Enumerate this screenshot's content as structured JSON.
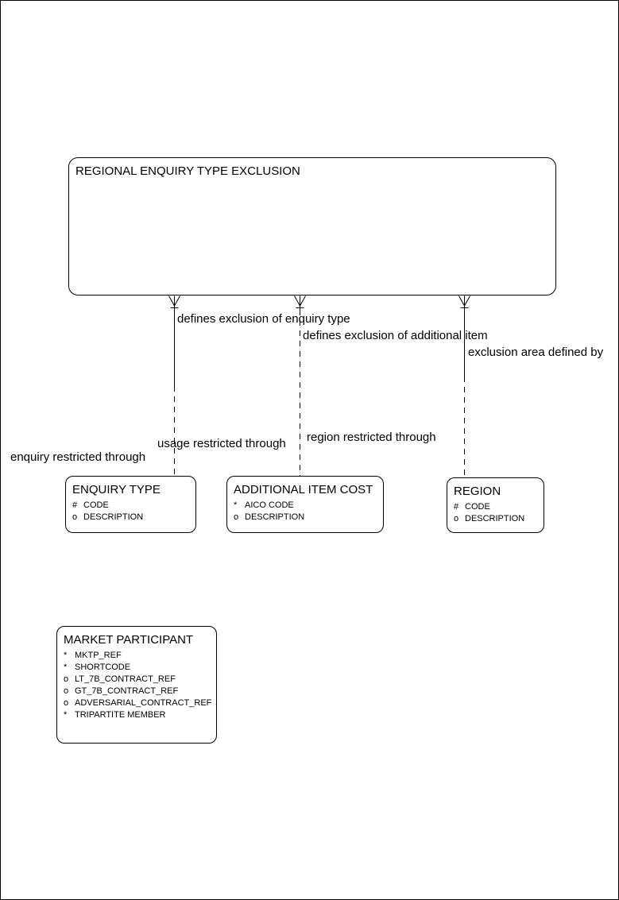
{
  "page": {
    "background_color": "#ffffff",
    "line_color": "#000000",
    "diagram_type": "entity relationship diagram"
  },
  "entities": {
    "regional_enquiry_type_exclusion": {
      "title": "REGIONAL ENQUIRY TYPE EXCLUSION"
    },
    "enquiry_type": {
      "title": "ENQUIRY TYPE",
      "attributes": [
        {
          "prefix": "#",
          "name": "CODE"
        },
        {
          "prefix": "o",
          "name": "DESCRIPTION"
        }
      ]
    },
    "additional_item_cost": {
      "title": "ADDITIONAL ITEM COST",
      "attributes": [
        {
          "prefix": "*",
          "name": "AICO CODE"
        },
        {
          "prefix": "o",
          "name": "DESCRIPTION"
        }
      ]
    },
    "region": {
      "title": "REGION",
      "attributes": [
        {
          "prefix": "#",
          "name": "CODE"
        },
        {
          "prefix": "o",
          "name": "DESCRIPTION"
        }
      ]
    },
    "market_participant": {
      "title": "MARKET PARTICIPANT",
      "attributes": [
        {
          "prefix": "*",
          "name": "MKTP_REF"
        },
        {
          "prefix": "*",
          "name": "SHORTCODE"
        },
        {
          "prefix": "o",
          "name": "LT_7B_CONTRACT_REF"
        },
        {
          "prefix": "o",
          "name": "GT_7B_CONTRACT_REF"
        },
        {
          "prefix": "o",
          "name": "ADVERSARIAL_CONTRACT_REF"
        },
        {
          "prefix": "*",
          "name": "TRIPARTITE MEMBER"
        }
      ]
    }
  },
  "relationships": [
    {
      "parent_end_label": "defines exclusion of enquiry type",
      "child_end_label": "enquiry restricted through",
      "parent_end_marker": "crow-foot-arrow",
      "parent_half_style": "solid",
      "child_half_style": "dashed"
    },
    {
      "parent_end_label": "defines exclusion of additional item",
      "child_end_label": "usage restricted through",
      "parent_end_marker": "crow-foot-arrow",
      "parent_half_style": "dashed",
      "child_half_style": "dashed"
    },
    {
      "parent_end_label": "exclusion area defined by",
      "child_end_label": "region restricted through",
      "parent_end_marker": "crow-foot-arrow",
      "parent_half_style": "solid",
      "child_half_style": "dashed"
    }
  ]
}
